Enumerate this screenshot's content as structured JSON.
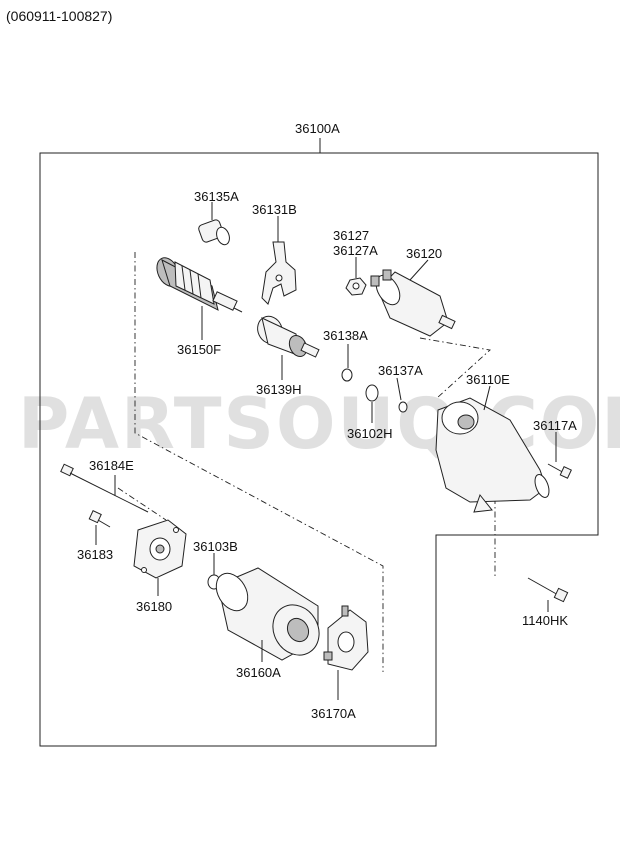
{
  "header": {
    "date_code": "(060911-100827)"
  },
  "watermark": {
    "text": "PARTSOUQ.COM"
  },
  "assembly": {
    "code": "36100A"
  },
  "parts": [
    {
      "id": "p36135A",
      "code": "36135A"
    },
    {
      "id": "p36131B",
      "code": "36131B"
    },
    {
      "id": "p36127",
      "code": "36127"
    },
    {
      "id": "p36127A",
      "code": "36127A"
    },
    {
      "id": "p36120",
      "code": "36120"
    },
    {
      "id": "p36150F",
      "code": "36150F"
    },
    {
      "id": "p36138A",
      "code": "36138A"
    },
    {
      "id": "p36139H",
      "code": "36139H"
    },
    {
      "id": "p36137A",
      "code": "36137A"
    },
    {
      "id": "p36110E",
      "code": "36110E"
    },
    {
      "id": "p36102H",
      "code": "36102H"
    },
    {
      "id": "p36117A",
      "code": "36117A"
    },
    {
      "id": "p36184E",
      "code": "36184E"
    },
    {
      "id": "p36183",
      "code": "36183"
    },
    {
      "id": "p36103B",
      "code": "36103B"
    },
    {
      "id": "p36180",
      "code": "36180"
    },
    {
      "id": "p36160A",
      "code": "36160A"
    },
    {
      "id": "p36170A",
      "code": "36170A"
    },
    {
      "id": "p1140HK",
      "code": "1140HK"
    }
  ]
}
